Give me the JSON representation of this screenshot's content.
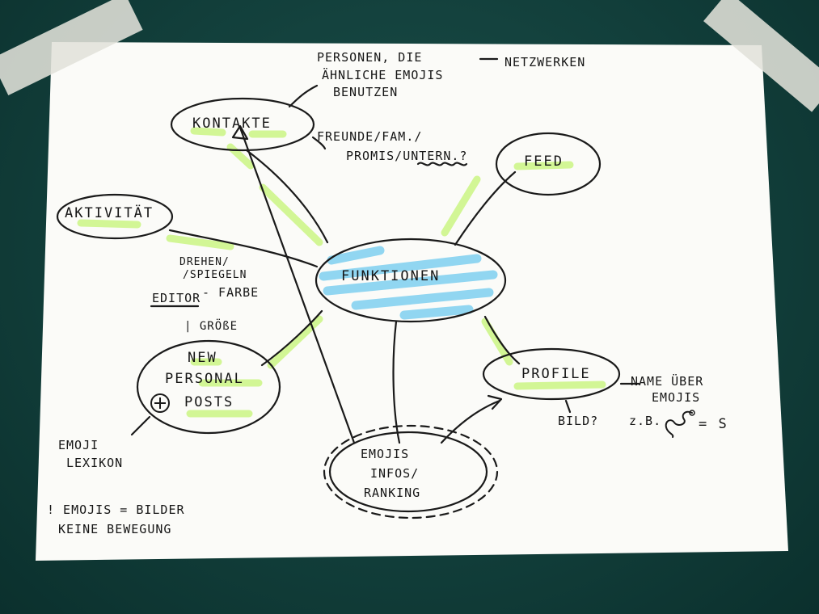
{
  "nodes": {
    "kontakte": "KONTAKTE",
    "feed": "FEED",
    "aktivitaet": "AKTIVITÄT",
    "funktionen": "FUNKTIONEN",
    "profile": "PROFILE",
    "new_posts_line1": "NEW",
    "new_posts_line2": "PERSONAL",
    "new_posts_line3": "POSTS",
    "emojis_line1": "EMOJIS",
    "emojis_line2": "INFOS/",
    "emojis_line3": "RANKING"
  },
  "notes": {
    "personen_line1": "PERSONEN, DIE",
    "personen_line2": "ÄHNLICHE EMOJIS",
    "personen_line3": "BENUTZEN",
    "netzwerken": "NETZWERKEN",
    "freunde_line1": "FREUNDE/FAM./",
    "freunde_line2": "PROMIS/UNTERN.?",
    "drehen_line1": "DREHEN/",
    "drehen_line2": "/SPIEGELN",
    "editor": "EDITOR",
    "farbe": "- FARBE",
    "groesse": "| GRÖßE",
    "name_line1": "NAME ÜBER",
    "name_line2": "EMOJIS",
    "bild": "BILD?",
    "zb": "z.B.",
    "equals_s": "= S",
    "lexikon_line1": "EMOJI",
    "lexikon_line2": "LEXIKON",
    "bilder_line1": "! EMOJIS = BILDER",
    "bilder_line2": "KEINE BEWEGUNG"
  },
  "icons": [
    "plus-circle-icon",
    "snake-emoji-icon"
  ],
  "colors": {
    "highlight_green": "#cdf58a",
    "highlight_blue": "#7ecff0",
    "ink": "#1a1a1a"
  }
}
